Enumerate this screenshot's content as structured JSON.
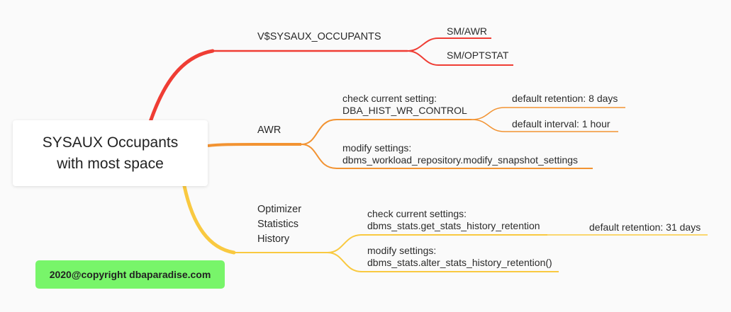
{
  "colors": {
    "branch_red": "#ef3d34",
    "branch_orange": "#f29332",
    "branch_yellow": "#f9c940",
    "badge_bg": "#78f56a"
  },
  "root": {
    "line1": "SYSAUX Occupants",
    "line2": "with most space"
  },
  "branches": {
    "vsysaux": {
      "label": "V$SYSAUX_OCCUPANTS",
      "children": [
        "SM/AWR",
        "SM/OPTSTAT"
      ]
    },
    "awr": {
      "label": "AWR",
      "check": {
        "line1": "check current setting:",
        "line2": "DBA_HIST_WR_CONTROL",
        "children": [
          "default retention: 8 days",
          "default interval: 1 hour"
        ]
      },
      "modify": {
        "line1": "modify settings:",
        "line2": "dbms_workload_repository.modify_snapshot_settings"
      }
    },
    "optimizer": {
      "line1": "Optimizer",
      "line2": "Statistics",
      "line3": "History",
      "check": {
        "line1": "check current settings:",
        "line2": "dbms_stats.get_stats_history_retention",
        "children": [
          "default retention: 31 days"
        ]
      },
      "modify": {
        "line1": "modify settings:",
        "line2": "dbms_stats.alter_stats_history_retention()"
      }
    }
  },
  "footer": {
    "copyright": "2020@copyright dbaparadise.com"
  }
}
